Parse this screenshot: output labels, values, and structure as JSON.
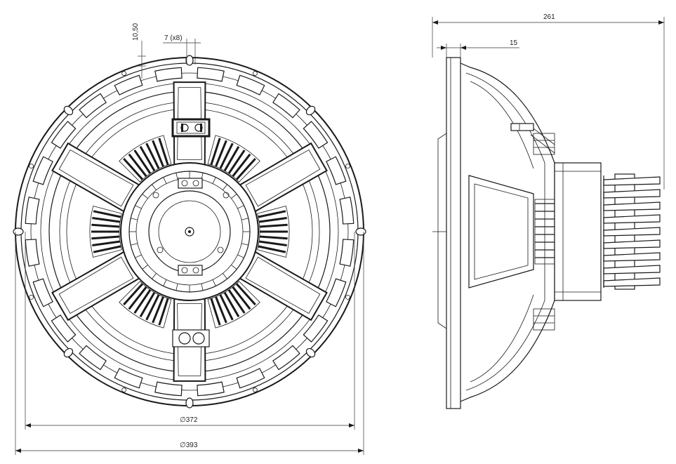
{
  "dimensions": {
    "flange_offset": "10,50",
    "hole_size": "7 (x8)",
    "outer_mounting_diameter": "∅372",
    "outer_diameter": "∅393",
    "total_depth": "261",
    "flange_thickness": "15"
  }
}
